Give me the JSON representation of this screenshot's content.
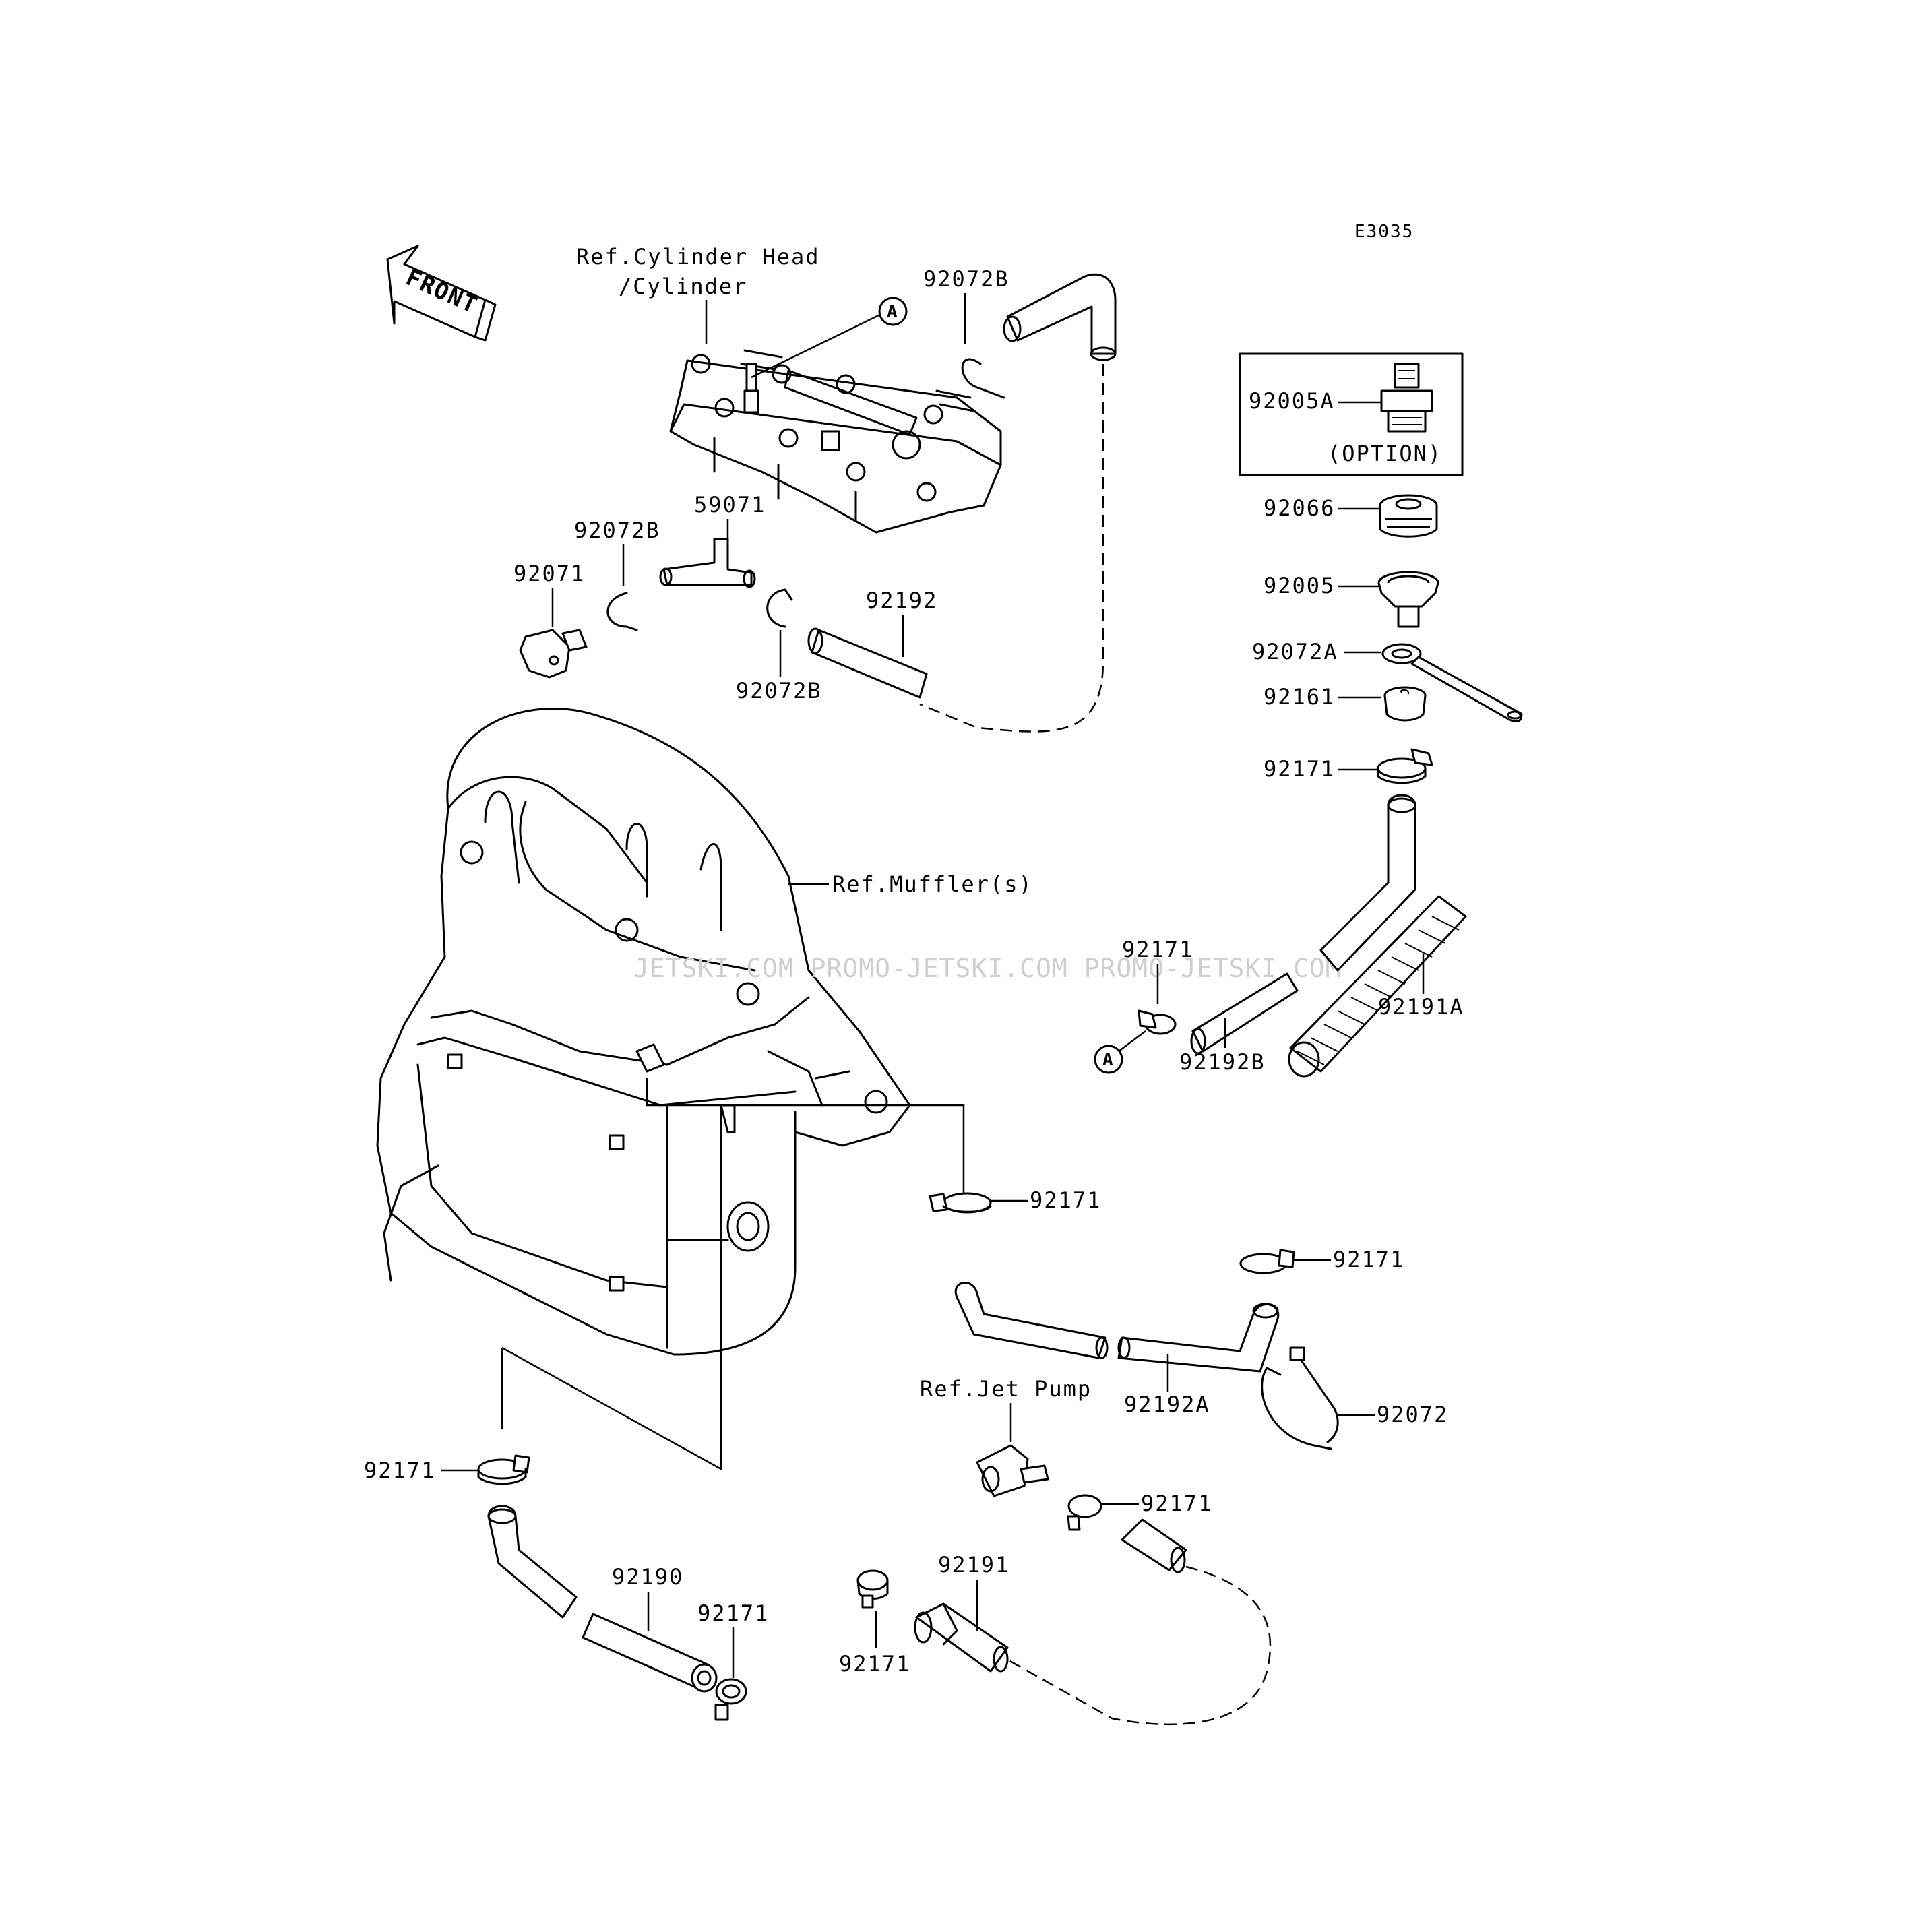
{
  "diagram_code": "E3035",
  "front_label": "FRONT",
  "references": {
    "cylinder_head_line1": "Ref.Cylinder Head",
    "cylinder_head_line2": "/Cylinder",
    "muffler": "Ref.Muffler(s)",
    "jet_pump": "Ref.Jet Pump"
  },
  "option_box": {
    "part": "92005A",
    "note": "(OPTION)"
  },
  "callout_letter": "A",
  "watermark": "JETSKI.COM  PROMO-JETSKI.COM  PROMO-JETSKI.COM",
  "parts": {
    "p92072B_top": "92072B",
    "p59071": "59071",
    "p92072B_left": "92072B",
    "p92071": "92071",
    "p92072B_low": "92072B",
    "p92192": "92192",
    "p92066": "92066",
    "p92005": "92005",
    "p92072A": "92072A",
    "p92161": "92161",
    "p92171_r1": "92171",
    "p92171_mid": "92171",
    "p92192B": "92192B",
    "p92191A": "92191A",
    "p92171_c1": "92171",
    "p92171_c2": "92171",
    "p92192A": "92192A",
    "p92072": "92072",
    "p92171_jp": "92171",
    "p92191": "92191",
    "p92171_b1": "92171",
    "p92171_left": "92171",
    "p92190": "92190",
    "p92171_b2": "92171"
  }
}
